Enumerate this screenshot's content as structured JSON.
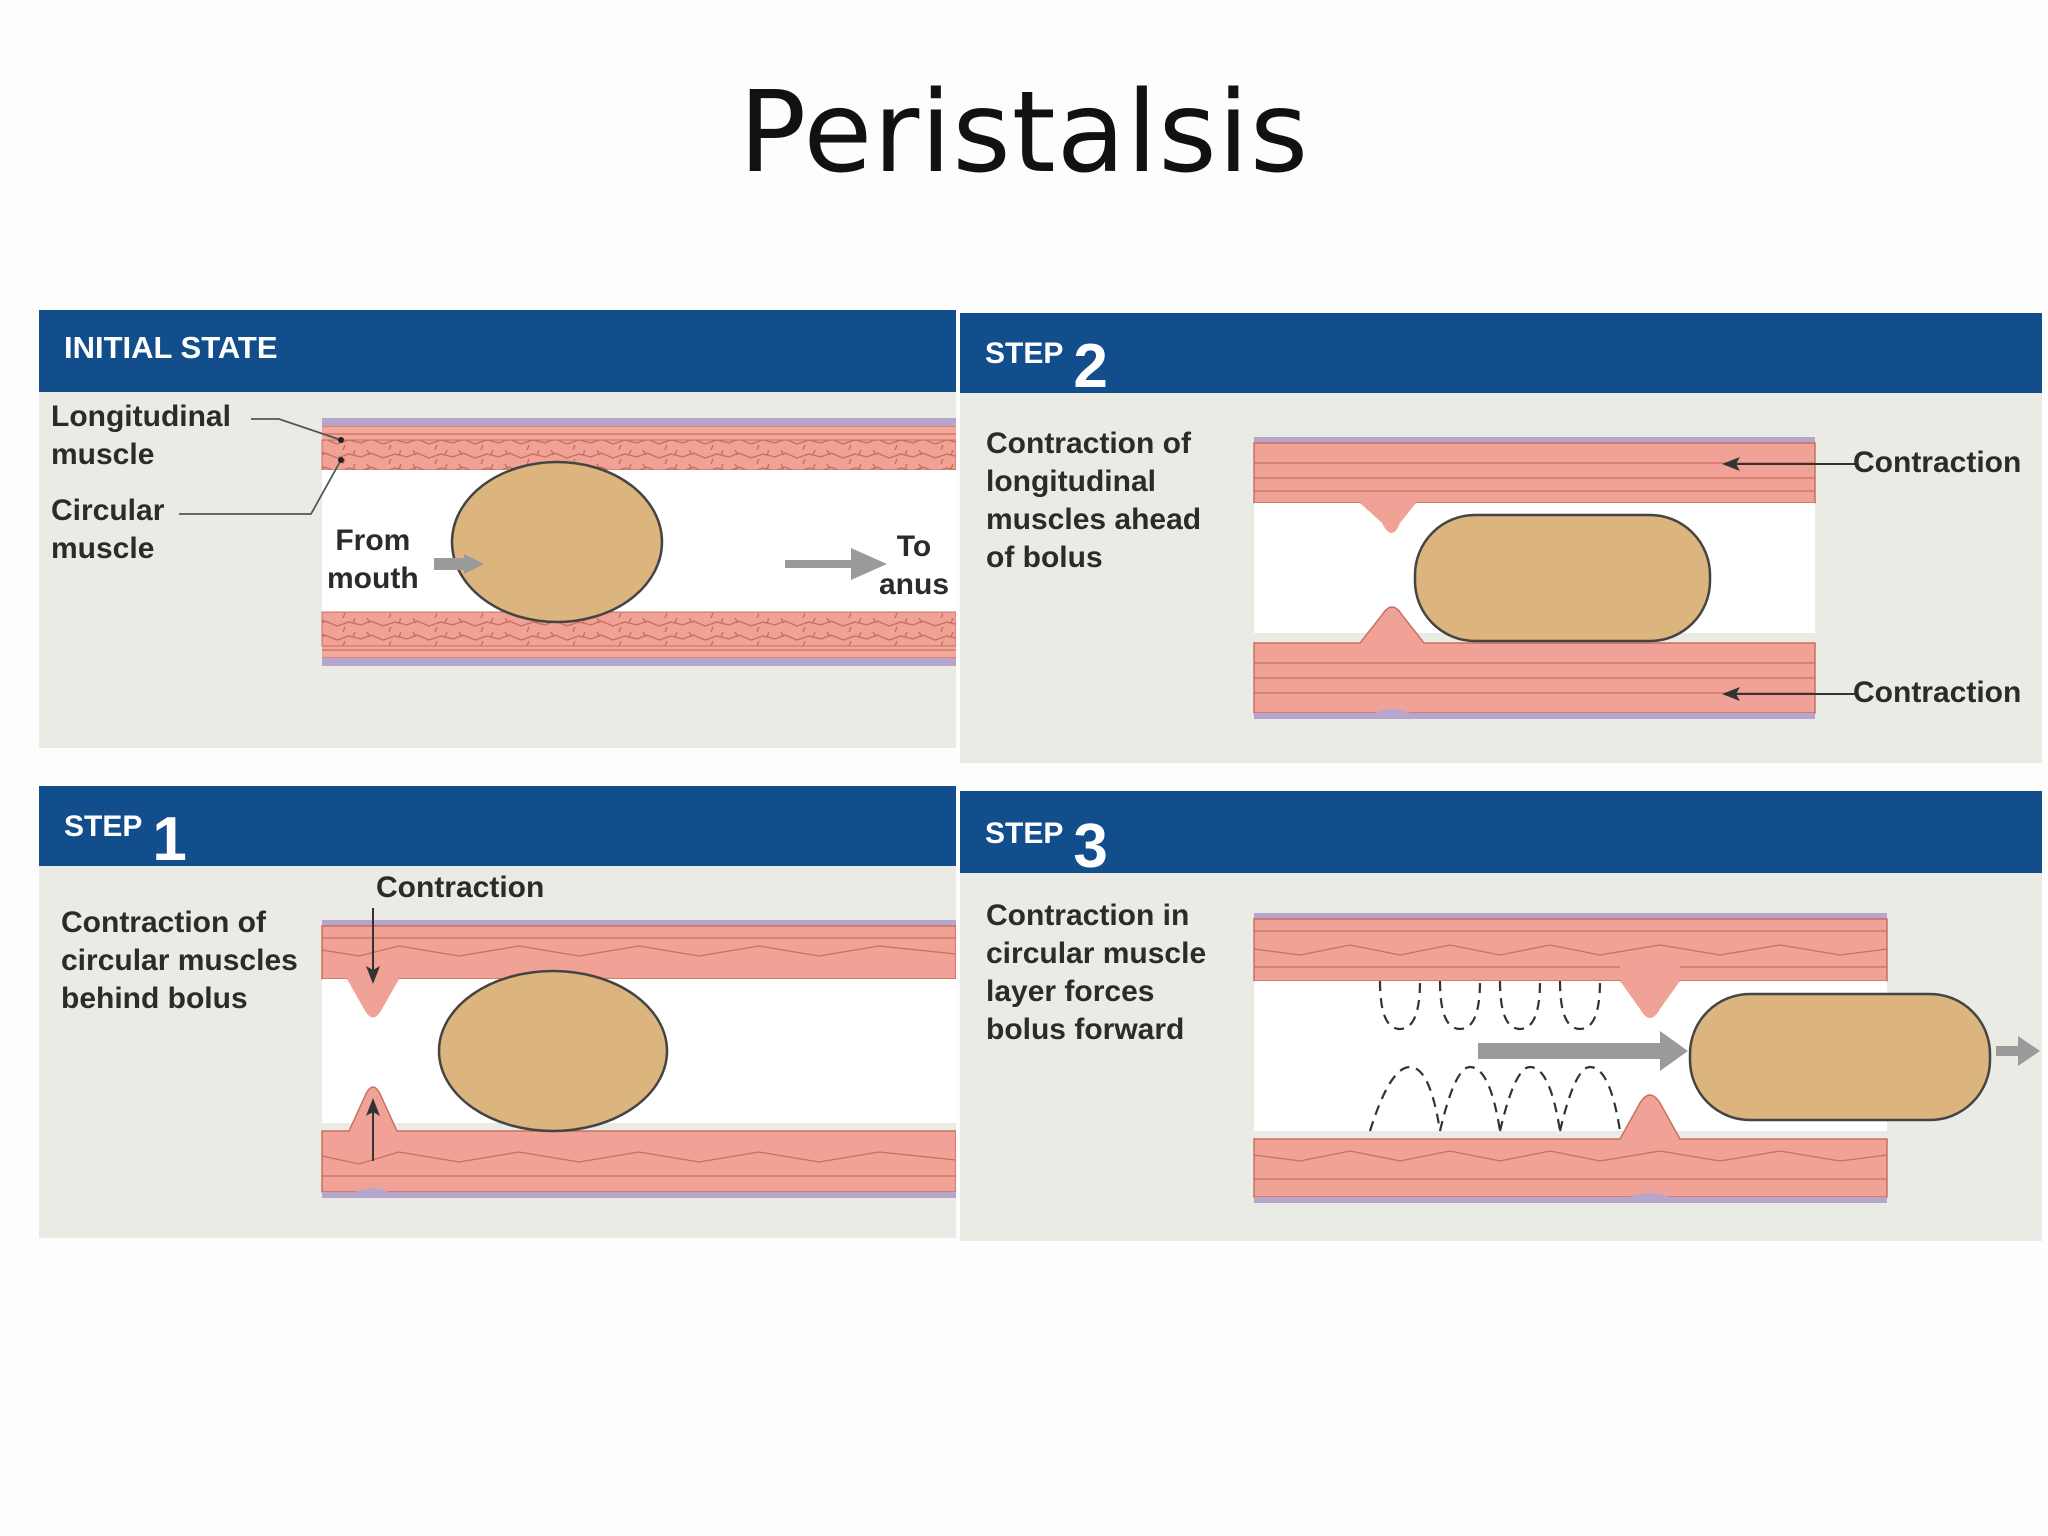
{
  "title": "Peristalsis",
  "panels": {
    "initial": {
      "header": "INITIAL STATE",
      "longitudinal": "Longitudinal\nmuscle",
      "circular": "Circular\nmuscle",
      "from": "From\nmouth",
      "to": "To\nanus"
    },
    "step1": {
      "step_word": "STEP",
      "step_num": "1",
      "description": "Contraction of\ncircular muscles\nbehind bolus",
      "contraction": "Contraction"
    },
    "step2": {
      "step_word": "STEP",
      "step_num": "2",
      "description": "Contraction of\nlongitudinal\nmuscles ahead\nof bolus",
      "contraction_top": "Contraction",
      "contraction_bottom": "Contraction"
    },
    "step3": {
      "step_word": "STEP",
      "step_num": "3",
      "description": "Contraction in\ncircular muscle\nlayer forces\nbolus forward"
    }
  },
  "colors": {
    "header": "#134e8c",
    "muscle": "#f0a296",
    "muscle_dark": "#c9705f",
    "serosa": "#b7a6cc",
    "bolus": "#dcb57e",
    "panel_bg": "#ebebe6"
  }
}
